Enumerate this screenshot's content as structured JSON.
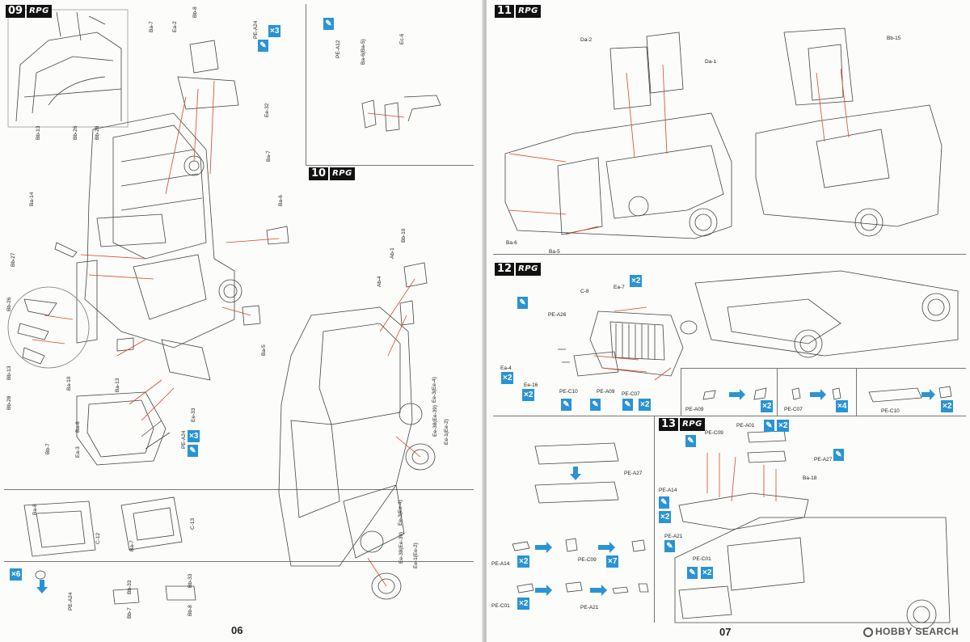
{
  "pages": {
    "left_number": "06",
    "right_number": "07"
  },
  "brand": "RPG",
  "steps": {
    "s09": {
      "number": "09"
    },
    "s10": {
      "number": "10"
    },
    "s11": {
      "number": "11"
    },
    "s12": {
      "number": "12"
    },
    "s13": {
      "number": "13"
    }
  },
  "parts": {
    "s09": [
      "Bb-8",
      "Ba-7",
      "Ea-2",
      "PE-A24",
      "Ee-32",
      "Ba-7",
      "Bb-13",
      "Bb-26",
      "Bb-28",
      "Ba-14",
      "Ba-6",
      "Bb-27",
      "Bb-26",
      "Bb-13",
      "Bb-28",
      "Ba-10",
      "Ba-13",
      "Ba-8",
      "Ea-3",
      "Bb-7",
      "PE-A24",
      "Ee-33",
      "Ba-5"
    ],
    "s09_sub": [
      "Ba-8",
      "C-12",
      "Ba-7",
      "C-13",
      "PE-A24",
      "Bb-33",
      "Bb-7",
      "Bb-33",
      "Bb-8"
    ],
    "s09b": [
      "PE-A12",
      "Ba-6(Ba-5)",
      "Ec-6"
    ],
    "s10": [
      "Ab-1",
      "Bb-10",
      "Ab-4",
      "Ee-3(Ee-4)",
      "Ee-38(Ee-39)",
      "Ee-1(Ee-2)",
      "Ee-3(Ee-4)",
      "Ee-38(Ee-39)",
      "Ee-1(Ee-2)"
    ],
    "s11": [
      "Da-2",
      "Da-1",
      "Bb-15",
      "Ba-6",
      "Ba-5"
    ],
    "s12": [
      "C-8",
      "Ea-7",
      "PE-A26",
      "Ea-4",
      "Ee-16",
      "PE-C10",
      "PE-A09",
      "PE-C07",
      "PE-A09",
      "PE-C07",
      "PE-C10"
    ],
    "s12_sub": [
      "PE-A27",
      "PE-A14",
      "PE-C09",
      "PE-C01",
      "PE-A21"
    ],
    "s13": [
      "PE-A01",
      "PE-C09",
      "PE-A27",
      "Ba-18",
      "PE-A14",
      "PE-A21",
      "PE-C01"
    ]
  },
  "badges": {
    "x2": "×2",
    "x3": "×3",
    "x4": "×4",
    "x6": "×6",
    "x7": "×7"
  },
  "watermark": "HOBBY SEARCH",
  "colors": {
    "arrow_red": "#d8472b",
    "badge_blue": "#2a93d5",
    "line": "#444444"
  }
}
